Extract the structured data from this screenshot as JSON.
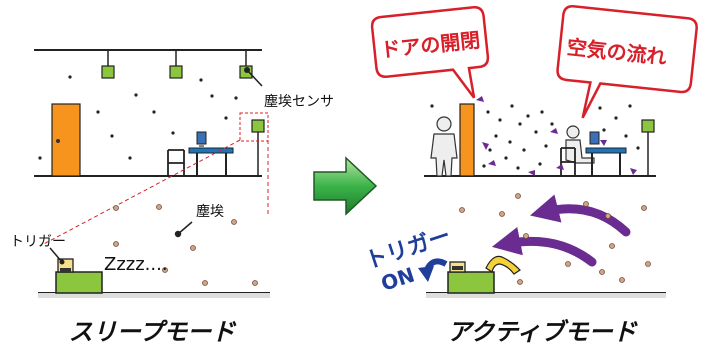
{
  "left_panel": {
    "sensor_label": "塵埃センサ",
    "dust_label": "塵埃",
    "trigger_label": "トリガー",
    "sleep_text": "Zzzz....",
    "caption": "スリープモード"
  },
  "right_panel": {
    "bubble_door": "ドアの開閉",
    "bubble_air": "空気の流れ",
    "trigger_line1": "トリガー",
    "trigger_line2": "ON",
    "caption": "アクティブモード"
  },
  "colors": {
    "sensor_green": "#8cc63f",
    "door_orange": "#f7941d",
    "arrow_green": "#3cb44a",
    "flow_purple": "#6a2c91",
    "bubble_red": "#d8202a",
    "trigger_blue": "#1f3e9a",
    "dust_brown": "#7a4a32"
  }
}
